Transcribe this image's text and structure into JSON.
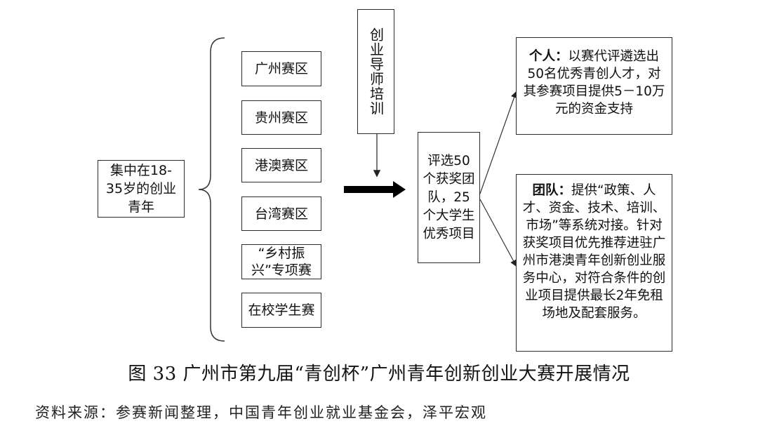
{
  "left_box": "集中在18-35岁的创业青年",
  "regions": [
    "广州赛区",
    "贵州赛区",
    "港澳赛区",
    "台湾赛区",
    "“乡村振兴”专项赛",
    "在校学生赛"
  ],
  "mentor": "创业导师培训",
  "selection": "评选50个获奖团队，25个大学生优秀项目",
  "individual": {
    "label": "个人：",
    "text": "以赛代评遴选出50名优秀青创人才，对其参赛项目提供5－10万元的资金支持"
  },
  "team": {
    "label": "团队：",
    "text": "提供“政策、人才、资金、技术、培训、市场”等系统对接。针对获奖项目优先推荐进驻广州市港澳青年创新创业服务中心，对符合条件的创业项目提供最长2年免租场地及配套服务。"
  },
  "caption": "图 33 广州市第九届“青创杯”广州青年创新创业大赛开展情况",
  "source": "资料来源：参赛新闻整理，中国青年创业就业基金会，泽平宏观"
}
